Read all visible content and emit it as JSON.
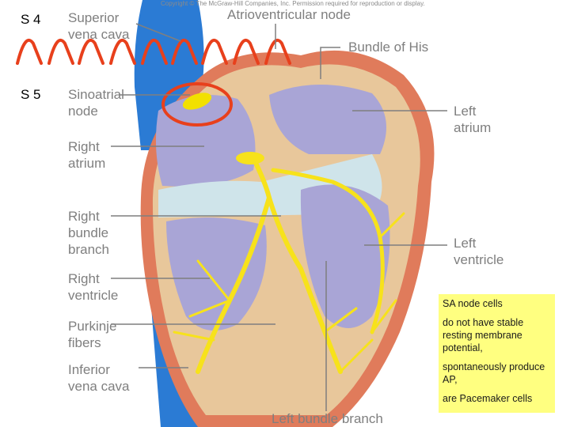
{
  "slide_markers": [
    "S 4",
    "S 5"
  ],
  "copyright": "Copyright © The McGraw-Hill Companies, Inc. Permission required for reproduction or display.",
  "labels": {
    "superior_vena_cava": "Superior\nvena cava",
    "av_node": "Atrioventricular node",
    "bundle_of_his": "Bundle of His",
    "sa_node": "Sinoatrial\nnode",
    "left_atrium": "Left\natrium",
    "right_atrium": "Right\natrium",
    "right_bundle_branch": "Right\nbundle\nbranch",
    "left_ventricle": "Left\nventricle",
    "right_ventricle": "Right\nventricle",
    "purkinje_fibers": "Purkinje\nfibers",
    "inferior_vena_cava": "Inferior\nvena cava",
    "left_bundle_branch": "Left bundle branch"
  },
  "note": {
    "line1": "SA node cells",
    "line2": "do not have stable resting membrane potential,",
    "line3": "spontaneously produce AP,",
    "line4": "are Pacemaker cells"
  },
  "colors": {
    "annotation_red": "#e8401c",
    "conduction_yellow": "#f7e21b",
    "vessel_blue": "#2b7bd4",
    "chamber_lavender": "#a9a5d6",
    "note_bg": "#ffff80"
  }
}
